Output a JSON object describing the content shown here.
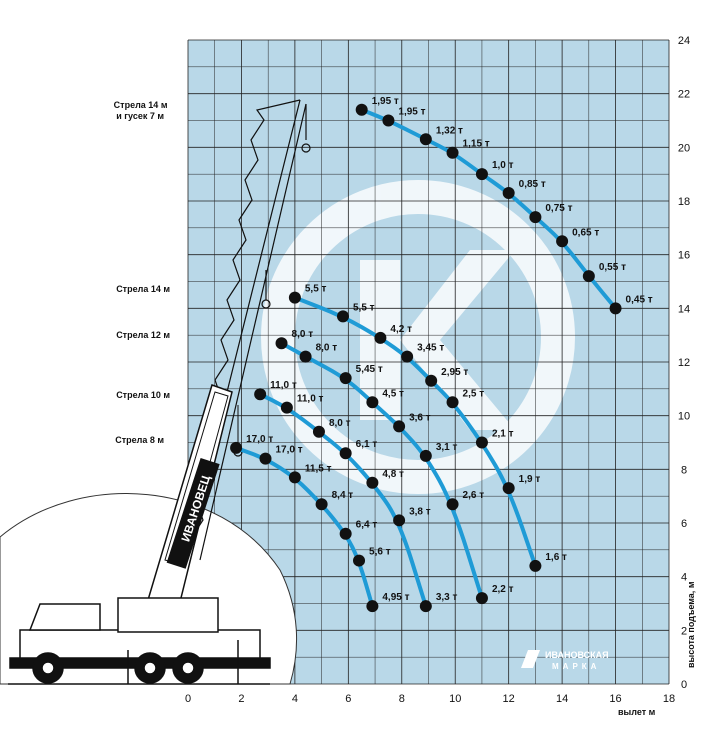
{
  "chart_data": {
    "type": "line",
    "xlabel": "вылет м",
    "ylabel": "высота подъема, м",
    "xlim": [
      0,
      18
    ],
    "ylim": [
      0,
      24
    ],
    "x_ticks": [
      "0",
      "2",
      "4",
      "6",
      "8",
      "10",
      "12",
      "14",
      "16",
      "18"
    ],
    "y_ticks": [
      "0",
      "2",
      "4",
      "6",
      "8",
      "10",
      "12",
      "14",
      "16",
      "18",
      "20",
      "22",
      "24"
    ],
    "grid": true,
    "colors": {
      "background": "#b9d8e8",
      "grid": "#222222",
      "curve": "#1f9bd6",
      "point": "#111111",
      "watermark": "#ffffff"
    },
    "brand": {
      "line1": "ИВАНОВСКАЯ",
      "line2": "МАРКА",
      "boom_text": "ИВАНОВЕЦ"
    },
    "series": [
      {
        "name": "Стрела 14 м и гусек 7 м",
        "points": [
          {
            "x": 6.5,
            "y": 21.4,
            "label": "1,95 т"
          },
          {
            "x": 7.5,
            "y": 21.0,
            "label": "1,95 т"
          },
          {
            "x": 8.9,
            "y": 20.3,
            "label": "1,32 т"
          },
          {
            "x": 9.9,
            "y": 19.8,
            "label": "1,15 т"
          },
          {
            "x": 11.0,
            "y": 19.0,
            "label": "1,0 т"
          },
          {
            "x": 12.0,
            "y": 18.3,
            "label": "0,85 т"
          },
          {
            "x": 13.0,
            "y": 17.4,
            "label": "0,75 т"
          },
          {
            "x": 14.0,
            "y": 16.5,
            "label": "0,65 т"
          },
          {
            "x": 15.0,
            "y": 15.2,
            "label": "0,55 т"
          },
          {
            "x": 16.0,
            "y": 14.0,
            "label": "0,45 т"
          }
        ]
      },
      {
        "name": "Стрела 14 м",
        "points": [
          {
            "x": 4.0,
            "y": 14.4,
            "label": "5,5 т"
          },
          {
            "x": 5.8,
            "y": 13.7,
            "label": "5,5 т"
          },
          {
            "x": 7.2,
            "y": 12.9,
            "label": "4,2 т"
          },
          {
            "x": 8.2,
            "y": 12.2,
            "label": "3,45 т"
          },
          {
            "x": 9.1,
            "y": 11.3,
            "label": "2,95 т"
          },
          {
            "x": 9.9,
            "y": 10.5,
            "label": "2,5 т"
          },
          {
            "x": 11.0,
            "y": 9.0,
            "label": "2,1 т"
          },
          {
            "x": 12.0,
            "y": 7.3,
            "label": "1,9 т"
          },
          {
            "x": 13.0,
            "y": 4.4,
            "label": "1,6 т"
          }
        ]
      },
      {
        "name": "Стрела 12 м",
        "points": [
          {
            "x": 3.5,
            "y": 12.7,
            "label": "8,0 т"
          },
          {
            "x": 4.4,
            "y": 12.2,
            "label": "8,0 т"
          },
          {
            "x": 5.9,
            "y": 11.4,
            "label": "5,45 т"
          },
          {
            "x": 6.9,
            "y": 10.5,
            "label": "4,5 т"
          },
          {
            "x": 7.9,
            "y": 9.6,
            "label": "3,6 т"
          },
          {
            "x": 8.9,
            "y": 8.5,
            "label": "3,1 т"
          },
          {
            "x": 9.9,
            "y": 6.7,
            "label": "2,6 т"
          },
          {
            "x": 11.0,
            "y": 3.2,
            "label": "2,2 т"
          }
        ]
      },
      {
        "name": "Стрела 10 м",
        "points": [
          {
            "x": 2.7,
            "y": 10.8,
            "label": "11,0 т"
          },
          {
            "x": 3.7,
            "y": 10.3,
            "label": "11,0 т"
          },
          {
            "x": 4.9,
            "y": 9.4,
            "label": "8,0 т"
          },
          {
            "x": 5.9,
            "y": 8.6,
            "label": "6,1 т"
          },
          {
            "x": 6.9,
            "y": 7.5,
            "label": "4,8 т"
          },
          {
            "x": 7.9,
            "y": 6.1,
            "label": "3,8 т"
          },
          {
            "x": 8.9,
            "y": 2.9,
            "label": "3,3 т"
          }
        ]
      },
      {
        "name": "Стрела 8 м",
        "points": [
          {
            "x": 1.8,
            "y": 8.8,
            "label": "17,0 т"
          },
          {
            "x": 2.9,
            "y": 8.4,
            "label": "17,0 т"
          },
          {
            "x": 4.0,
            "y": 7.7,
            "label": "11,5 т"
          },
          {
            "x": 5.0,
            "y": 6.7,
            "label": "8,4 т"
          },
          {
            "x": 5.9,
            "y": 5.6,
            "label": "6,4 т"
          },
          {
            "x": 6.4,
            "y": 4.6,
            "label": "5,6 т"
          },
          {
            "x": 6.9,
            "y": 2.9,
            "label": "4,95 т"
          }
        ]
      }
    ]
  },
  "boom_labels": [
    {
      "line1": "Стрела 14 м",
      "line2": "и гусек 7 м"
    },
    {
      "line1": "Стрела 14 м",
      "line2": ""
    },
    {
      "line1": "Стрела 12 м",
      "line2": ""
    },
    {
      "line1": "Стрела 10 м",
      "line2": ""
    },
    {
      "line1": "Стрела 8 м",
      "line2": ""
    }
  ]
}
